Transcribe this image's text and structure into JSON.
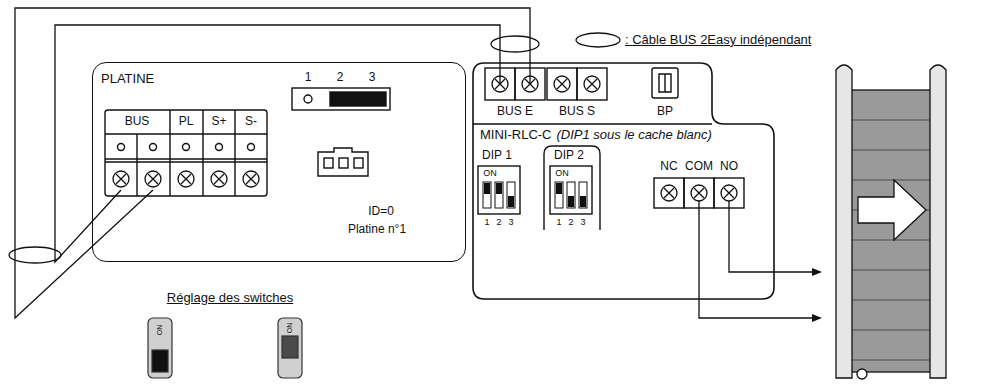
{
  "diagram": {
    "nodes": [
      {
        "text": [
          "PLATINE"
        ]
      },
      {
        "text": [
          "MINI-RLC-C",
          "(DIP1 sous le cache blanc)"
        ]
      }
    ],
    "edges": [
      {
        "from": 0,
        "to": 1,
        "arrow": "none"
      },
      {
        "from": 0,
        "to": 1,
        "arrow": "none"
      }
    ],
    "labels": [
      "1",
      "2",
      "3",
      "BUS",
      "PL",
      "S+",
      "S-",
      "ID=0",
      "Platine n°1",
      "BUS E",
      "BUS S",
      "BP",
      "DIP 1",
      "ON",
      "1",
      "2",
      "3",
      "DIP 2",
      "ON",
      "1",
      "2",
      "3",
      "NC",
      "COM",
      "NO",
      "Réglage des switches",
      "ON",
      "ON"
    ],
    "legend": [
      {
        "text": ": Câble BUS 2Easy indépendant"
      }
    ]
  }
}
